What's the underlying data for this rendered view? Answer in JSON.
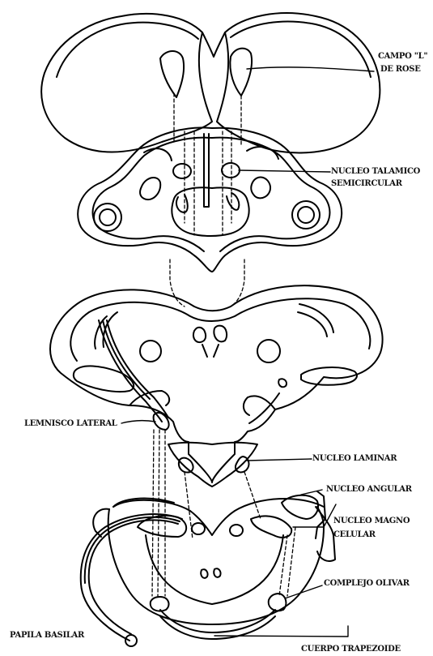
{
  "labels": {
    "campo_l_line1": "CAMPO \"L\"",
    "campo_l_line2": "DE ROSE",
    "nucleo_talamico_line1": "NUCLEO TALAMICO",
    "nucleo_talamico_line2": "SEMICIRCULAR",
    "lemnisco_lateral": "LEMNISCO LATERAL",
    "nucleo_laminar": "NUCLEO LAMINAR",
    "nucleo_angular": "NUCLEO ANGULAR",
    "nucleo_magno_line1": "NUCLEO MAGNO",
    "nucleo_magno_line2": "CELULAR",
    "complejo_olivar": "COMPLEJO OLIVAR",
    "papila_basilar": "PAPILA BASILAR",
    "cuerpo_trapezoide": "CUERPO TRAPEZOIDE"
  }
}
